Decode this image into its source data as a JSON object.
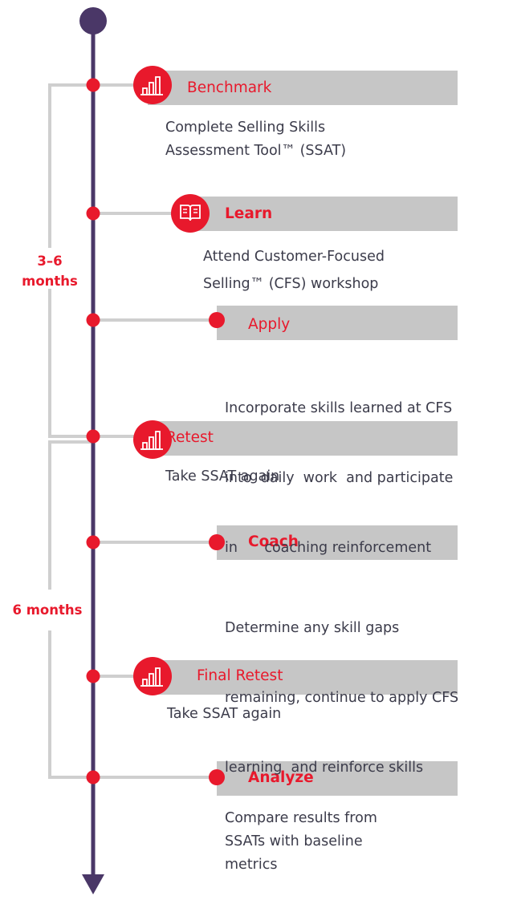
{
  "colors": {
    "timeline": "#4a3767",
    "accent": "#e8192c",
    "bar": "#c6c6c6",
    "connector": "#cfcfcf",
    "text": "#3b3b4a"
  },
  "durations": {
    "first": [
      "3–6",
      "months"
    ],
    "second": "6 months"
  },
  "steps": [
    {
      "label": "Benchmark",
      "icon": "bar-chart-icon",
      "desc": [
        "Complete Selling Skills",
        "Assessment Tool™ (SSAT)"
      ]
    },
    {
      "label": "Learn",
      "icon": "book-icon",
      "desc": [
        "Attend Customer-Focused",
        "Selling™ (CFS)  workshop"
      ]
    },
    {
      "label": "Apply",
      "icon": "dot",
      "desc": [
        "Incorporate skills learned at CFS",
        "into  daily  work  and participate",
        "in      coaching reinforcement"
      ]
    },
    {
      "label": "Retest",
      "icon": "bar-chart-icon",
      "desc": [
        "Take SSAT again"
      ]
    },
    {
      "label": "Coach",
      "icon": "dot",
      "desc": [
        "Determine any skill gaps",
        "remaining, continue to apply CFS",
        "learning  and reinforce skills"
      ]
    },
    {
      "label": "Final Retest",
      "icon": "bar-chart-icon",
      "desc": [
        "Take SSAT again"
      ]
    },
    {
      "label": "Analyze",
      "icon": "dot",
      "desc": [
        "Compare results from",
        "SSATs with baseline",
        "metrics"
      ]
    }
  ]
}
